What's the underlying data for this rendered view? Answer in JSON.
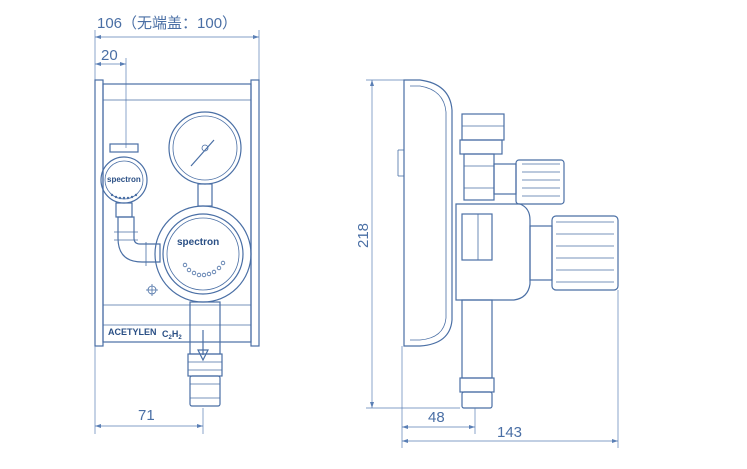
{
  "dimensions": {
    "width_total": "106（无端盖：100）",
    "width_bracket": "20",
    "width_outlet": "71",
    "height": "218",
    "depth_outlet": "48",
    "depth_total": "143"
  },
  "labels": {
    "gas_name": "ACETYLEN",
    "gas_formula": "C",
    "formula_sub1": "2",
    "formula_h": "H",
    "formula_sub2": "2",
    "brand_small": "spectron",
    "brand_large": "spectron"
  },
  "colors": {
    "line": "#4a6fa5",
    "text": "#4a6fa5"
  }
}
